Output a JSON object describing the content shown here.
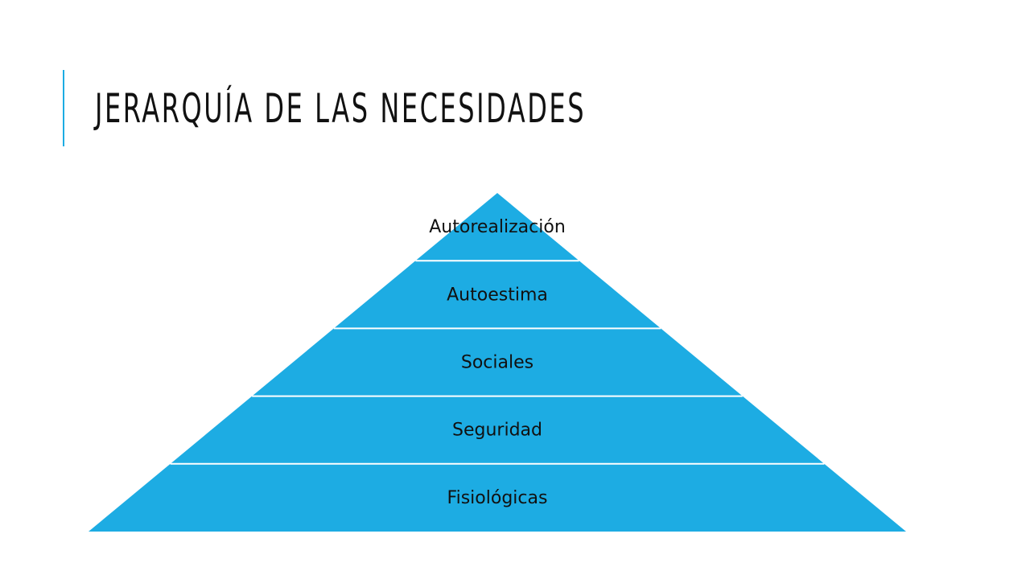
{
  "slide": {
    "title": "JERARQUÍA DE LAS NECESIDADES"
  },
  "colors": {
    "accent": "#1DACE3",
    "pyramid_fill": "#1DACE3",
    "divider": "#ffffff",
    "text": "#111111"
  },
  "pyramid": {
    "levels": [
      "Autorealización",
      "Autoestima",
      "Sociales",
      "Seguridad",
      "Fisiológicas"
    ]
  }
}
